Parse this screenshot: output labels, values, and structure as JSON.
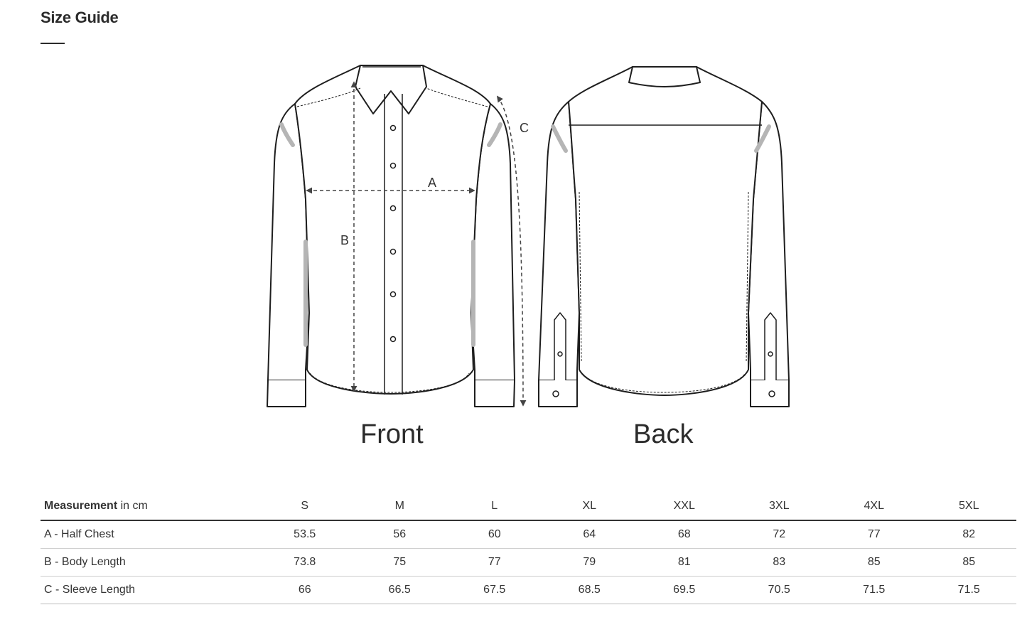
{
  "page": {
    "title": "Size Guide"
  },
  "diagram": {
    "front_label": "Front",
    "back_label": "Back",
    "marker_a": "A",
    "marker_b": "B",
    "marker_c": "C"
  },
  "table": {
    "header_strong": "Measurement",
    "header_unit": "in cm",
    "sizes": [
      "S",
      "M",
      "L",
      "XL",
      "XXL",
      "3XL",
      "4XL",
      "5XL"
    ],
    "rows": [
      {
        "label": "A - Half Chest",
        "values": [
          "53.5",
          "56",
          "60",
          "64",
          "68",
          "72",
          "77",
          "82"
        ]
      },
      {
        "label": "B - Body Length",
        "values": [
          "73.8",
          "75",
          "77",
          "79",
          "81",
          "83",
          "85",
          "85"
        ]
      },
      {
        "label": "C - Sleeve Length",
        "values": [
          "66",
          "66.5",
          "67.5",
          "68.5",
          "69.5",
          "70.5",
          "71.5",
          "71.5"
        ]
      }
    ]
  },
  "colors": {
    "text": "#2b2b2b",
    "line": "#1e1e1e",
    "shadow": "#b5b5b5"
  }
}
